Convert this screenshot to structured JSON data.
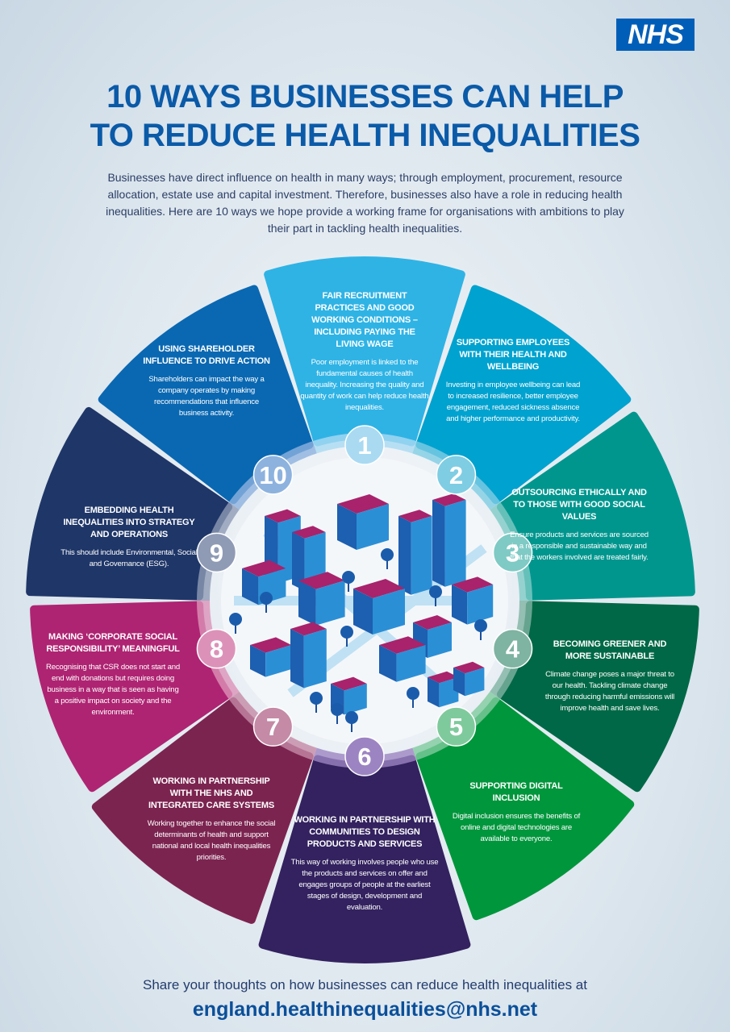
{
  "logo": "NHS",
  "title_line1": "10 WAYS BUSINESSES CAN HELP",
  "title_line2": "TO REDUCE HEALTH INEQUALITIES",
  "intro": "Businesses have direct influence on health in many ways; through employment, procurement, resource allocation, estate use and capital investment. Therefore, businesses also have a role in reducing health inequalities. Here are 10 ways we hope provide a working frame for organisations with ambitions to play their part in tackling health inequalities.",
  "segments": [
    {
      "number": "1",
      "title": "FAIR RECRUITMENT PRACTICES AND GOOD WORKING CONDITIONS – INCLUDING PAYING THE LIVING WAGE",
      "body": "Poor employment is linked to the fundamental causes of health inequality. Increasing the quality and quantity of work can help reduce health inequalities.",
      "color": "#2fb3e5",
      "badge": "#a9daf2"
    },
    {
      "number": "2",
      "title": "SUPPORTING EMPLOYEES WITH THEIR HEALTH AND WELLBEING",
      "body": "Investing in employee wellbeing can lead to increased resilience, better employee engagement, reduced sickness absence and higher performance and productivity.",
      "color": "#00a2cf",
      "badge": "#7fcde3"
    },
    {
      "number": "3",
      "title": "OUTSOURCING ETHICALLY AND TO THOSE WITH GOOD SOCIAL VALUES",
      "body": "Ensure products and services are sourced in a responsible and sustainable way and that the workers involved are treated fairly.",
      "color": "#00968e",
      "badge": "#7fcac5"
    },
    {
      "number": "4",
      "title": "BECOMING GREENER AND MORE SUSTAINABLE",
      "body": "Climate change poses a major threat to our health. Tackling climate change through reducing harmful emissions will improve health and save lives.",
      "color": "#006846",
      "badge": "#7fb3a2"
    },
    {
      "number": "5",
      "title": "SUPPORTING DIGITAL INCLUSION",
      "body": "Digital inclusion ensures the benefits of online and digital technologies are available to everyone.",
      "color": "#00963c",
      "badge": "#7fca9d"
    },
    {
      "number": "6",
      "title": "WORKING IN PARTNERSHIP WITH COMMUNITIES TO DESIGN PRODUCTS AND SERVICES",
      "body": "This way of working involves people who use the products and services on offer and engages groups of people at the earliest stages of design, development and evaluation.",
      "color": "#33225f",
      "badge": "#9c84c2"
    },
    {
      "number": "7",
      "title": "WORKING IN PARTNERSHIP WITH THE NHS AND INTEGRATED CARE SYSTEMS",
      "body": "Working together to enhance the social determinants of health and support national and local health inequalities priorities.",
      "color": "#7c2450",
      "badge": "#c48aa6"
    },
    {
      "number": "8",
      "title": "MAKING ‘CORPORATE SOCIAL RESPONSIBILITY’ MEANINGFUL",
      "body": "Recognising that CSR does not start and end with donations but requires doing business in a way that is  seen as having a positive impact on society and the environment.",
      "color": "#ae2472",
      "badge": "#dc92b8"
    },
    {
      "number": "9",
      "title": "EMBEDDING HEALTH INEQUALITIES INTO STRATEGY AND OPERATIONS",
      "body": "This should include Environmental, Social and Governance (ESG).",
      "color": "#1f3668",
      "badge": "#8f9bb5"
    },
    {
      "number": "10",
      "title": "USING SHAREHOLDER INFLUENCE TO DRIVE ACTION",
      "body": "Shareholders can impact the way a company operates by making recommendations that influence business activity.",
      "color": "#0a68b2",
      "badge": "#8db2de"
    }
  ],
  "footer": "Share your thoughts on how businesses can reduce health inequalities at",
  "email": "england.healthinequalities@nhs.net"
}
